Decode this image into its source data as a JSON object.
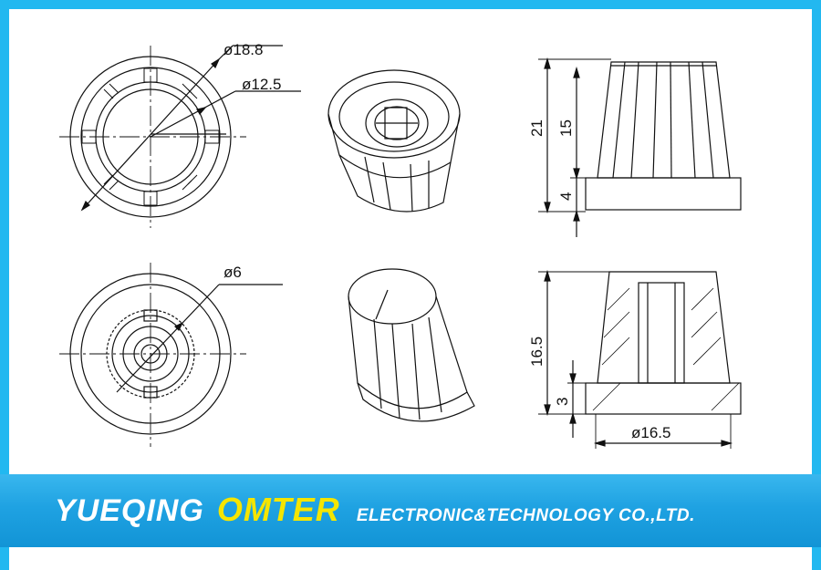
{
  "dimensions": {
    "outer_diameter": "ø18.8",
    "inner_diameter": "ø12.5",
    "shaft_diameter": "ø6",
    "total_height": "21",
    "body_height": "15",
    "base_height": "4",
    "section_height": "16.5",
    "section_base_height": "3",
    "base_diameter": "ø16.5"
  },
  "banner": {
    "company": "YUEQING",
    "brand": "OMTER",
    "suffix": "ELECTRONIC&TECHNOLOGY  CO.,LTD."
  },
  "colors": {
    "frame": "#22b8f0",
    "banner": "#1fa2e2",
    "brand": "#f5e500"
  }
}
